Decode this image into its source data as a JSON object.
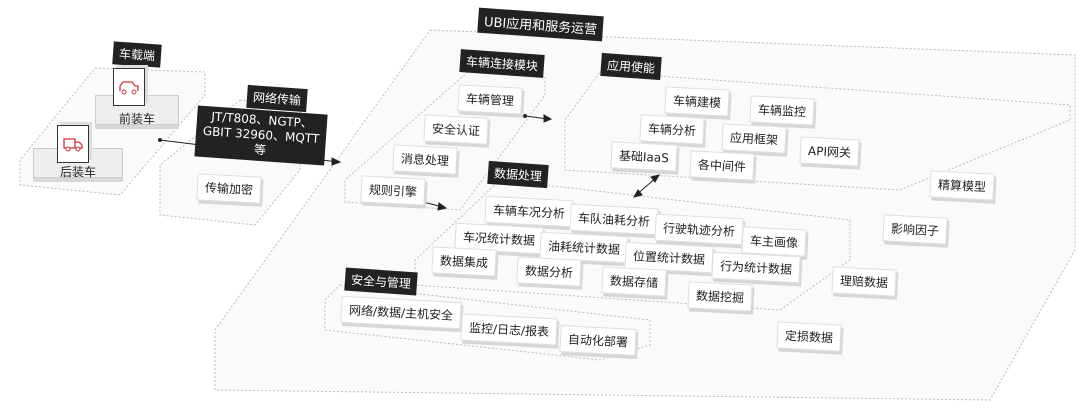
{
  "title": "UBI应用和服务运营",
  "vehicle": {
    "label": "车载端",
    "front": "前装车",
    "rear": "后装车"
  },
  "network": {
    "label": "网络传输",
    "protocols_line1": "JT/T808、NGTP、",
    "protocols_line2": "GBIT 32960、MQTT等",
    "item": "传输加密"
  },
  "connect": {
    "label": "车辆连接模块",
    "items": [
      "车辆管理",
      "安全认证",
      "消息处理",
      "规则引擎"
    ]
  },
  "enable": {
    "label": "应用使能",
    "items": [
      "车辆建模",
      "车辆监控",
      "车辆分析",
      "应用框架",
      "API网关",
      "基础IaaS",
      "各中间件"
    ]
  },
  "data": {
    "label": "数据处理",
    "row1": [
      "车辆车况分析",
      "车队油耗分析",
      "行驶轨迹分析",
      "车主画像"
    ],
    "row2": [
      "车况统计数据",
      "油耗统计数据",
      "位置统计数据",
      "行为统计数据"
    ],
    "row3": [
      "数据集成",
      "数据分析",
      "数据存储",
      "数据挖掘"
    ]
  },
  "security": {
    "label": "安全与管理",
    "items": [
      "网络/数据/主机安全",
      "监控/日志/报表",
      "自动化部署"
    ]
  },
  "right": [
    "精算模型",
    "影响因子",
    "理赔数据",
    "定损数据"
  ],
  "colors": {
    "icon": "#d0323c",
    "label_bg": "#222222"
  }
}
